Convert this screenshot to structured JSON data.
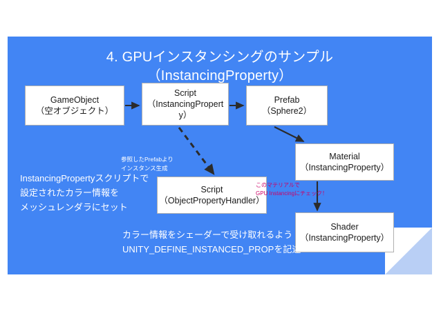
{
  "slide": {
    "background_color": "#4285F4",
    "fold_color": "#b9cff5",
    "title": "4. GPUインスタンシングのサンプル\n（InstancingProperty）"
  },
  "nodes": [
    {
      "id": "gameobject",
      "label": "GameObject\n（空オブジェクト）"
    },
    {
      "id": "script-instancingproperty",
      "label": "Script\n（InstancingPropert\ny）"
    },
    {
      "id": "prefab",
      "label": "Prefab\n（Sphere2）"
    },
    {
      "id": "material",
      "label": "Material\n（InstancingProperty）"
    },
    {
      "id": "script-objectpropertyhandler",
      "label": "Script\n（ObjectPropertyHandler）"
    },
    {
      "id": "shader",
      "label": "Shader\n（InstancingProperty）"
    }
  ],
  "annotations": {
    "instance_note": "参照したPrefabより\nインスタンス生成",
    "left_note": "InstancingPropertyスクリプトで\n設定されたカラー情報を\nメッシュレンダラにセット",
    "bottom_note": "カラー情報をシェーダーで受け取れるよう\nUNITY_DEFINE_INSTANCED_PROPを記述",
    "material_check_note": "このマテリアルで\nGPU Instancingにチェック！",
    "material_check_color": "#cc0066"
  }
}
